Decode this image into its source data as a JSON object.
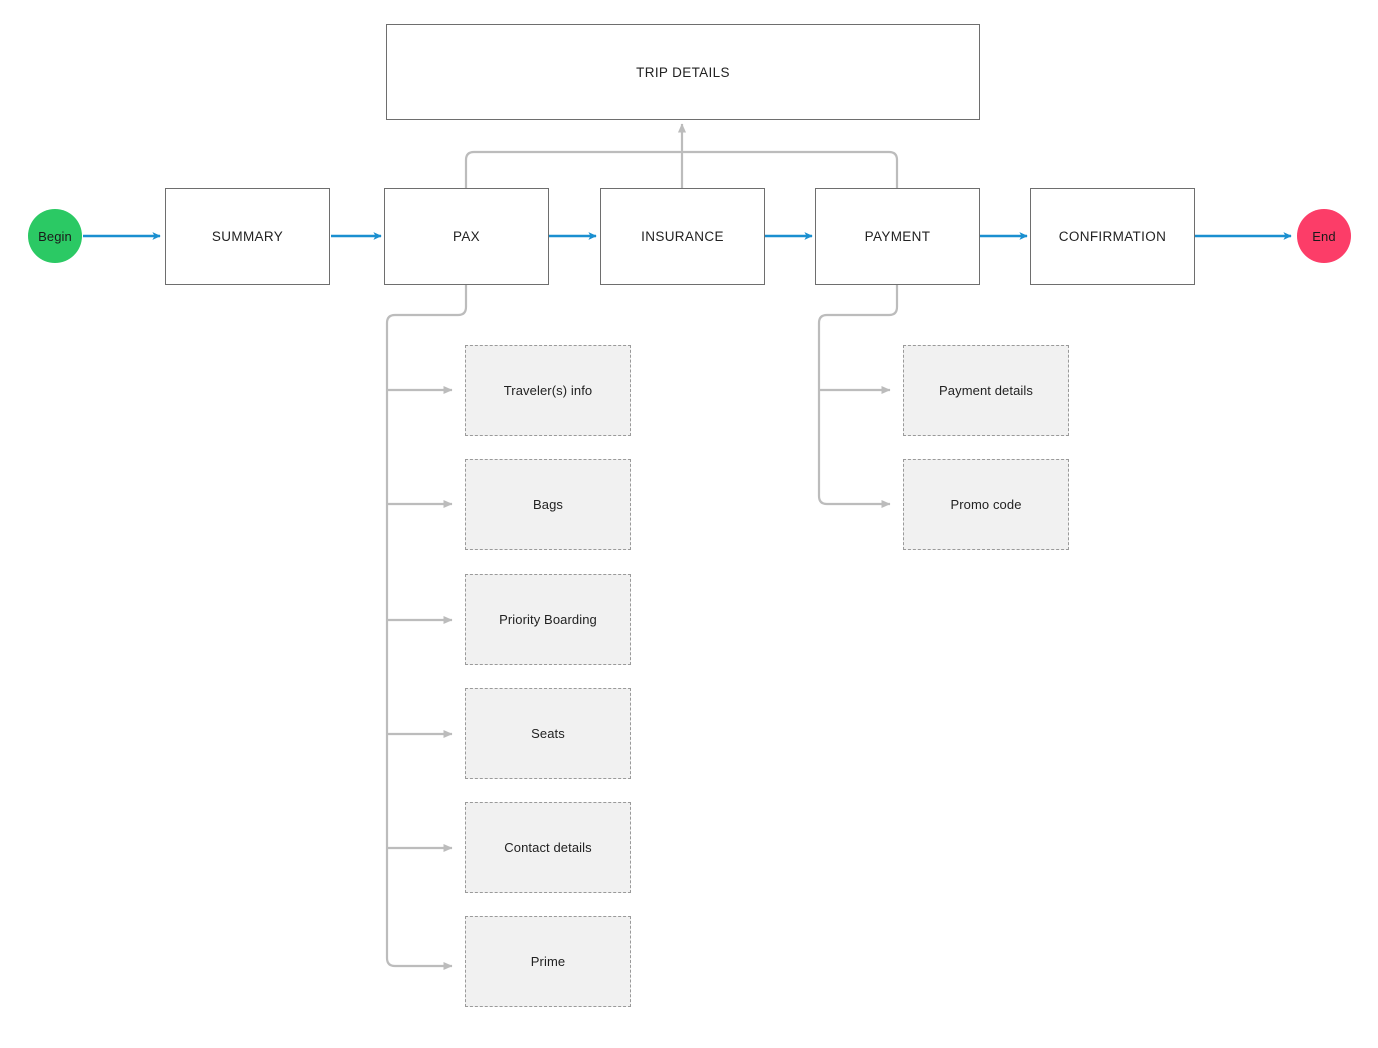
{
  "diagram": {
    "title_box": {
      "label": "TRIP DETAILS"
    },
    "colors": {
      "begin_fill": "#2bc964",
      "end_fill": "#fc3d68",
      "flow_arrow": "#1a8fd0",
      "branch_line": "#bcbcbc",
      "box_border": "#6e6e6e",
      "sub_fill": "#f1f1f1",
      "sub_border": "#9a9a9a",
      "text": "#222222",
      "background": "#ffffff"
    },
    "terminators": {
      "begin": {
        "label": "Begin"
      },
      "end": {
        "label": "End"
      }
    },
    "main_flow": [
      {
        "id": "summary",
        "label": "SUMMARY"
      },
      {
        "id": "pax",
        "label": "PAX"
      },
      {
        "id": "insurance",
        "label": "INSURANCE"
      },
      {
        "id": "payment",
        "label": "PAYMENT"
      },
      {
        "id": "confirmation",
        "label": "CONFIRMATION"
      }
    ],
    "pax_children": [
      {
        "id": "travelers-info",
        "label": "Traveler(s) info"
      },
      {
        "id": "bags",
        "label": "Bags"
      },
      {
        "id": "priority-boarding",
        "label": "Priority Boarding"
      },
      {
        "id": "seats",
        "label": "Seats"
      },
      {
        "id": "contact-details",
        "label": "Contact details"
      },
      {
        "id": "prime",
        "label": "Prime"
      }
    ],
    "payment_children": [
      {
        "id": "payment-details",
        "label": "Payment details"
      },
      {
        "id": "promo-code",
        "label": "Promo code"
      }
    ]
  }
}
